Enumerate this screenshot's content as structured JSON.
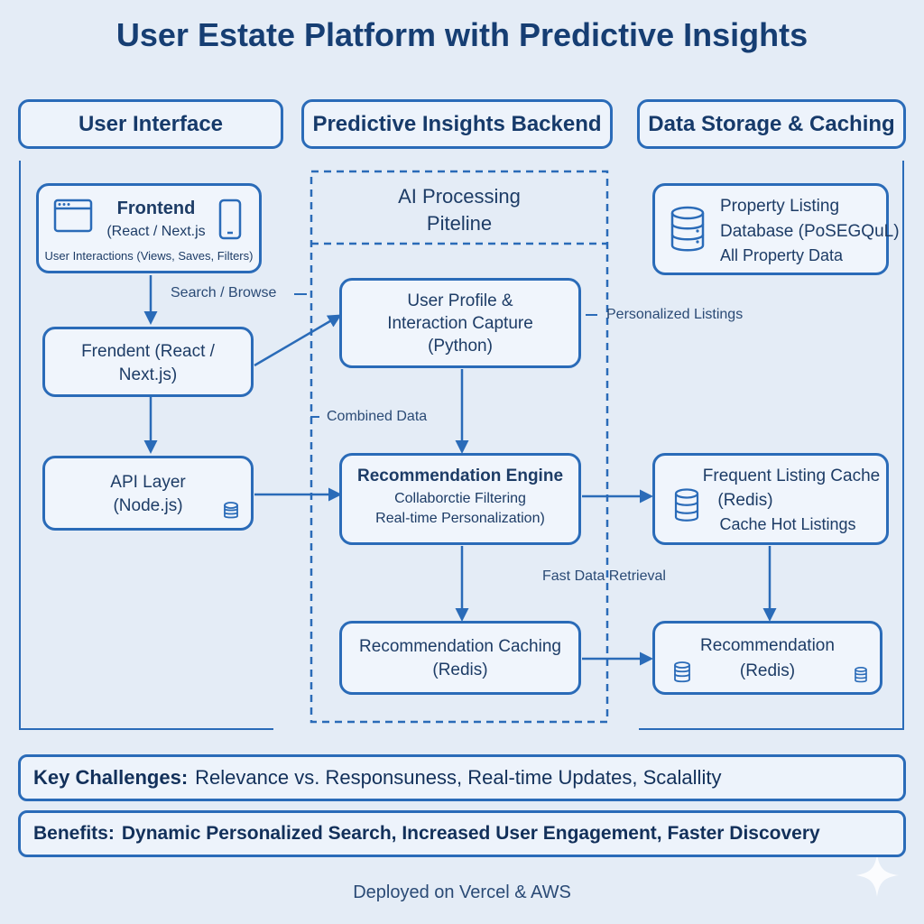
{
  "title": "User Estate Platform with Predictive Insights",
  "columns": {
    "ui": "User Interface",
    "backend": "Predictive Insights Backend",
    "storage": "Data Storage & Caching"
  },
  "pipeline": {
    "line1": "AI Processing",
    "line2": "Piteline"
  },
  "nodes": {
    "frontend": {
      "title": "Frontend",
      "sub": "(React / Next.js",
      "detail": "User Interactions (Views, Saves, Filters)"
    },
    "frendent": {
      "line1": "Frendent (React /",
      "line2": "Next.js)"
    },
    "api": {
      "line1": "API Layer",
      "line2": "(Node.js)"
    },
    "profile": {
      "line1": "User Profile &",
      "line2": "Interaction Capture",
      "line3": "(Python)"
    },
    "engine": {
      "line1": "Recommendation Engine",
      "line2": "Collaborctie Filtering",
      "line3": "Real-time Personalization)"
    },
    "rec_cache": {
      "line1": "Recommendation Caching",
      "line2": "(Redis)"
    },
    "db": {
      "line1": "Property Listing",
      "line2": "Database (PoSEGQuL)",
      "line3": "All Property Data"
    },
    "listing_cache": {
      "line1": "Frequent Listing Cache",
      "line2": "(Redis)",
      "line3": "Cache Hot Listings"
    },
    "rec_store": {
      "line1": "Recommendation",
      "line2": "(Redis)"
    }
  },
  "edge_labels": {
    "search": "Search / Browse",
    "personalized": "Personalized Listings",
    "combined": "Combined Data",
    "fast": "Fast Data Retrieval"
  },
  "challenges": {
    "label": "Key Challenges:",
    "text": "Relevance vs. Responsuness, Real-time Updates, Scalallity"
  },
  "benefits": {
    "label": "Benefits:",
    "text": "Dynamic Personalized Search, Increased User Engagement, Faster Discovery"
  },
  "footer": "Deployed on Vercel & AWS",
  "colors": {
    "accent": "#2a6bb8",
    "background": "#e4ecf6",
    "text": "#163e73"
  },
  "icons": [
    "browser-window-icon",
    "mobile-phone-icon",
    "database-icon",
    "sparkle-icon"
  ]
}
